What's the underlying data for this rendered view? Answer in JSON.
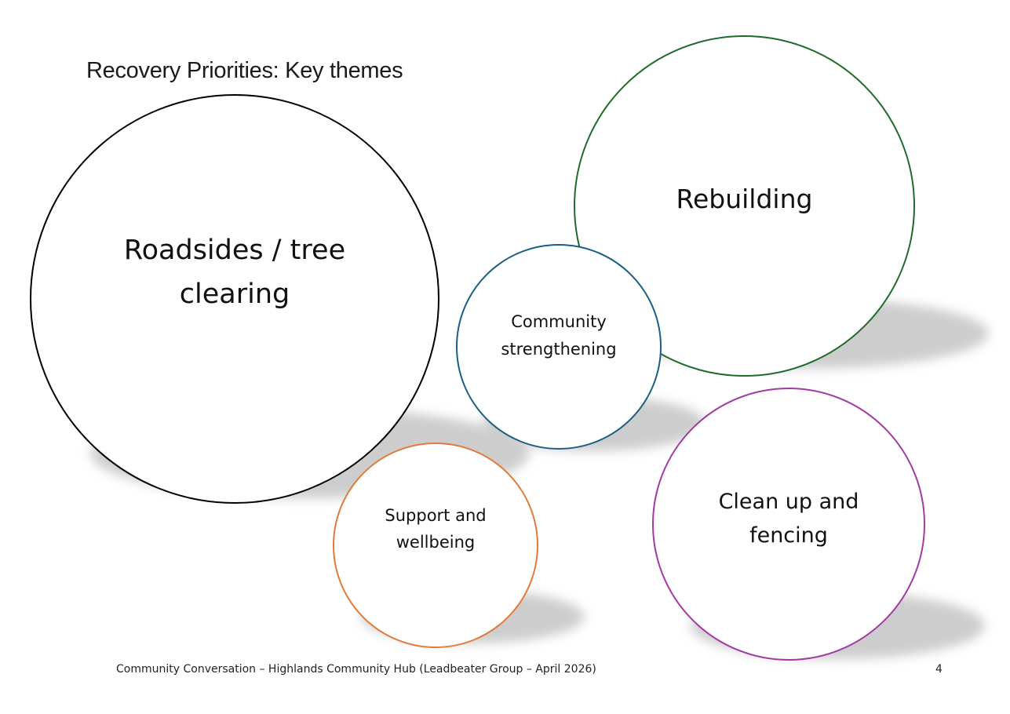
{
  "title": "Recovery Priorities: Key themes",
  "themes": {
    "roadsides": {
      "label": "Roadsides / tree clearing",
      "color": "#000000"
    },
    "rebuilding": {
      "label": "Rebuilding",
      "color": "#1e6b2a"
    },
    "community": {
      "label": "Community strengthening",
      "color": "#1a5e85"
    },
    "support": {
      "label": "Support and wellbeing",
      "color": "#e07b39"
    },
    "cleanup": {
      "label": "Clean up and fencing",
      "color": "#a33aa3"
    }
  },
  "footer": {
    "text": "Community Conversation – Highlands Community Hub (Leadbeater Group – April 2026)",
    "page_number": "4"
  }
}
